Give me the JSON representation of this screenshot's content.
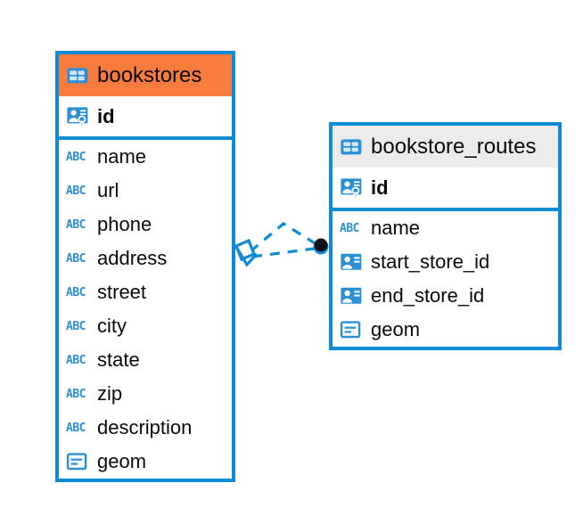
{
  "diagram": {
    "type": "entity-relationship-diagram",
    "background": "#ffffff",
    "accent_color": "#0f8ad4",
    "highlight_color": "#f97c3f",
    "neutral_header_color": "#ebebeb"
  },
  "tables": [
    {
      "name": "bookstores",
      "header_style": "accent",
      "fields": [
        {
          "name": "id",
          "icon": "primary-key-icon",
          "kind": "pk"
        },
        {
          "name": "name",
          "icon": "abc-text-icon",
          "kind": "text"
        },
        {
          "name": "url",
          "icon": "abc-text-icon",
          "kind": "text"
        },
        {
          "name": "phone",
          "icon": "abc-text-icon",
          "kind": "text"
        },
        {
          "name": "address",
          "icon": "abc-text-icon",
          "kind": "text"
        },
        {
          "name": "street",
          "icon": "abc-text-icon",
          "kind": "text"
        },
        {
          "name": "city",
          "icon": "abc-text-icon",
          "kind": "text"
        },
        {
          "name": "state",
          "icon": "abc-text-icon",
          "kind": "text"
        },
        {
          "name": "zip",
          "icon": "abc-text-icon",
          "kind": "text"
        },
        {
          "name": "description",
          "icon": "abc-text-icon",
          "kind": "text"
        },
        {
          "name": "geom",
          "icon": "geometry-icon",
          "kind": "geometry"
        }
      ]
    },
    {
      "name": "bookstore_routes",
      "header_style": "plain",
      "fields": [
        {
          "name": "id",
          "icon": "primary-key-icon",
          "kind": "pk"
        },
        {
          "name": "name",
          "icon": "abc-text-icon",
          "kind": "text"
        },
        {
          "name": "start_store_id",
          "icon": "foreign-key-icon",
          "kind": "fk"
        },
        {
          "name": "end_store_id",
          "icon": "foreign-key-icon",
          "kind": "fk"
        },
        {
          "name": "geom",
          "icon": "geometry-icon",
          "kind": "geometry"
        }
      ]
    }
  ],
  "relationship": {
    "source_table": "bookstores",
    "target_table": "bookstore_routes",
    "line_style": "dashed",
    "line_color": "#0f8ad4",
    "source_marker": "crows-foot-diamond",
    "target_marker": "filled-circle"
  },
  "icon_labels": {
    "table": "ABC",
    "abc": "ABC"
  }
}
